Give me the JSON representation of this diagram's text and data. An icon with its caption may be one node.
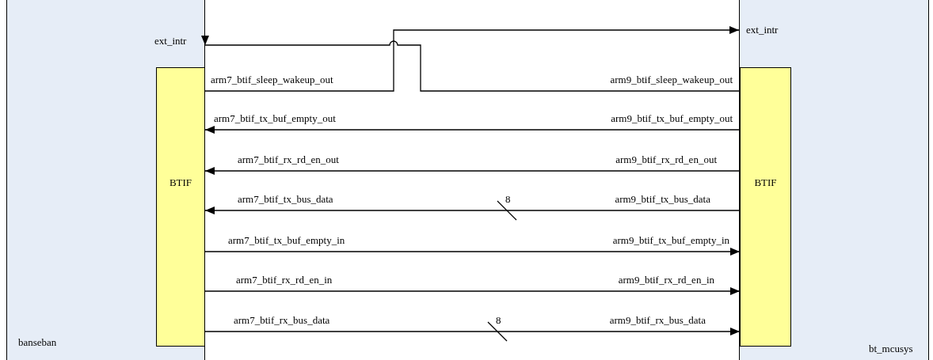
{
  "diagram": {
    "nodes": [
      {
        "text": [
          "banseban"
        ]
      },
      {
        "text": [
          "BTIF"
        ],
        "in": 0
      },
      {
        "text": [
          "bt_mcusys"
        ]
      },
      {
        "text": [
          "BTIF"
        ],
        "in": 2
      }
    ],
    "edges": [
      {
        "from": 3,
        "to": 0,
        "arrow": "to"
      },
      {
        "from": 1,
        "to": 2,
        "arrow": "to"
      },
      {
        "from": 3,
        "to": 1,
        "arrow": "to"
      },
      {
        "from": 3,
        "to": 1,
        "arrow": "to"
      },
      {
        "from": 3,
        "to": 1,
        "arrow": "to"
      },
      {
        "from": 1,
        "to": 3,
        "arrow": "to"
      },
      {
        "from": 1,
        "to": 3,
        "arrow": "to"
      },
      {
        "from": 1,
        "to": 3,
        "arrow": "to"
      }
    ],
    "labels": [
      "ext_intr",
      "ext_intr",
      "arm7_btif_sleep_wakeup_out",
      "arm9_btif_sleep_wakeup_out",
      "arm7_btif_tx_buf_empty_out",
      "arm9_btif_tx_buf_empty_out",
      "arm7_btif_rx_rd_en_out",
      "arm9_btif_rx_rd_en_out",
      "arm7_btif_tx_bus_data",
      "8",
      "arm9_btif_tx_bus_data",
      "arm7_btif_tx_buf_empty_in",
      "arm9_btif_tx_buf_empty_in",
      "arm7_btif_rx_rd_en_in",
      "arm9_btif_rx_rd_en_in",
      "arm7_btif_rx_bus_data",
      "8",
      "arm9_btif_rx_bus_data"
    ]
  }
}
